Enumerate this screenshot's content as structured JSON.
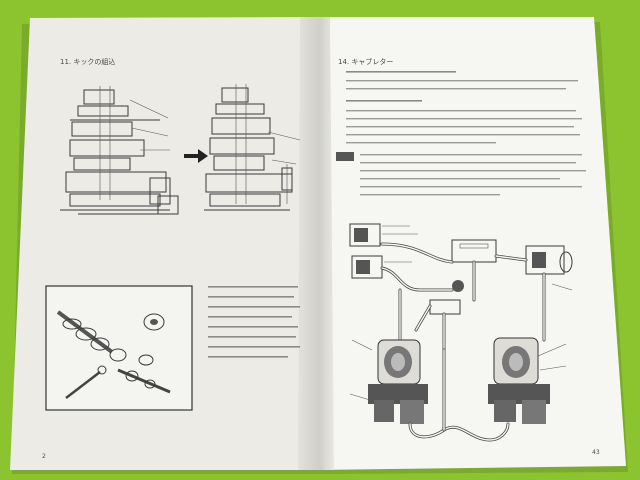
{
  "colors": {
    "background": "#8cc430",
    "paper_left": "#ecebe6",
    "paper_right": "#f6f6f3",
    "ink": "#3a3a3a"
  },
  "left_page": {
    "section_heading": "11. キックの組込",
    "page_number": "2"
  },
  "right_page": {
    "section_heading": "14. キャブレター",
    "page_number": "43"
  }
}
